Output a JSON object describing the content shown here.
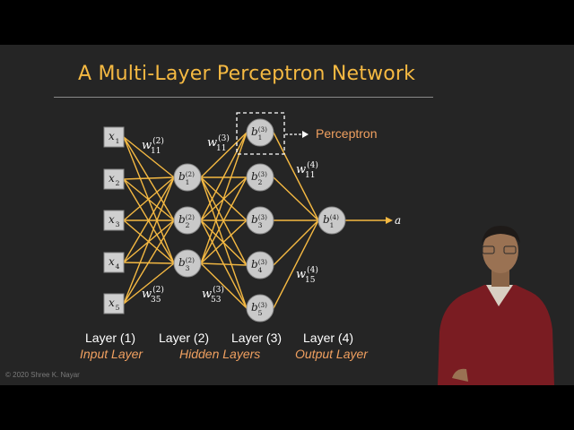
{
  "slide": {
    "title": "A Multi-Layer Perceptron Network",
    "copyright": "© 2020 Shree K. Nayar",
    "accent_color": "#f5b942",
    "edge_color": "#f5b942",
    "callout_color": "#f0a060"
  },
  "inputs": [
    {
      "base": "x",
      "sub": "1"
    },
    {
      "base": "x",
      "sub": "2"
    },
    {
      "base": "x",
      "sub": "3"
    },
    {
      "base": "x",
      "sub": "4"
    },
    {
      "base": "x",
      "sub": "5"
    }
  ],
  "hidden2": [
    {
      "base": "b",
      "sub": "1",
      "sup": "(2)"
    },
    {
      "base": "b",
      "sub": "2",
      "sup": "(2)"
    },
    {
      "base": "b",
      "sub": "3",
      "sup": "(2)"
    }
  ],
  "hidden3": [
    {
      "base": "b",
      "sub": "1",
      "sup": "(3)"
    },
    {
      "base": "b",
      "sub": "2",
      "sup": "(3)"
    },
    {
      "base": "b",
      "sub": "3",
      "sup": "(3)"
    },
    {
      "base": "b",
      "sub": "4",
      "sup": "(3)"
    },
    {
      "base": "b",
      "sub": "5",
      "sup": "(3)"
    }
  ],
  "output": {
    "base": "b",
    "sub": "1",
    "sup": "(4)"
  },
  "output_label": "a",
  "weights": {
    "w11_2": {
      "base": "w",
      "sub": "11",
      "sup": "(2)"
    },
    "w35_2": {
      "base": "w",
      "sub": "35",
      "sup": "(2)"
    },
    "w11_3": {
      "base": "w",
      "sub": "11",
      "sup": "(3)"
    },
    "w53_3": {
      "base": "w",
      "sub": "53",
      "sup": "(3)"
    },
    "w11_4": {
      "base": "w",
      "sub": "11",
      "sup": "(4)"
    },
    "w15_4": {
      "base": "w",
      "sub": "15",
      "sup": "(4)"
    }
  },
  "callout": "Perceptron",
  "layers": {
    "l1": "Layer (1)",
    "l2": "Layer (2)",
    "l3": "Layer (3)",
    "l4": "Layer (4)",
    "input": "Input Layer",
    "hidden": "Hidden Layers",
    "output": "Output Layer"
  }
}
